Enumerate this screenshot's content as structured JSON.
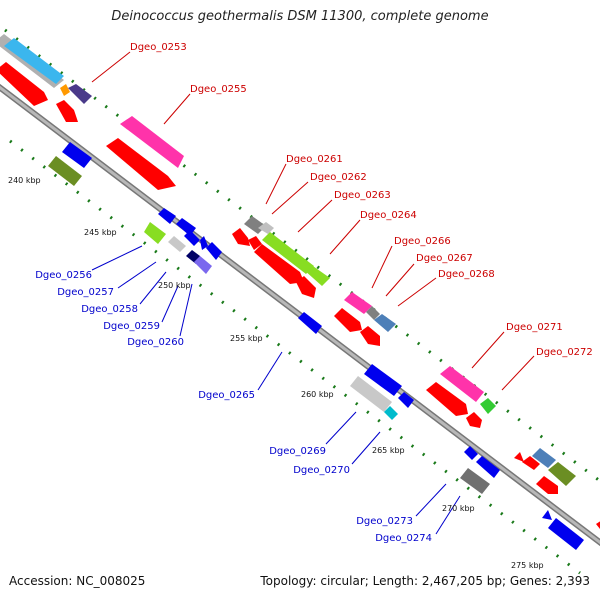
{
  "title": "Deinococcus geothermalis DSM 11300, complete genome",
  "footer": {
    "accession": "Accession: NC_008025",
    "summary": "Topology: circular; Length: 2,467,205 bp; Genes: 2,393"
  },
  "colors": {
    "forward_label": "#cc0000",
    "reverse_label": "#0000cc",
    "backbone": "#888888",
    "tick": "#1a7a1a"
  },
  "ticks": [
    "240 kbp",
    "245 kbp",
    "250 kbp",
    "255 kbp",
    "260 kbp",
    "265 kbp",
    "270 kbp",
    "275 kbp"
  ],
  "forward_labels": [
    "Dgeo_0253",
    "Dgeo_0255",
    "Dgeo_0261",
    "Dgeo_0262",
    "Dgeo_0263",
    "Dgeo_0264",
    "Dgeo_0266",
    "Dgeo_0267",
    "Dgeo_0268",
    "Dgeo_0271",
    "Dgeo_0272"
  ],
  "reverse_labels": [
    "Dgeo_0256",
    "Dgeo_0257",
    "Dgeo_0258",
    "Dgeo_0259",
    "Dgeo_0260",
    "Dgeo_0265",
    "Dgeo_0269",
    "Dgeo_0270",
    "Dgeo_0273",
    "Dgeo_0274"
  ]
}
